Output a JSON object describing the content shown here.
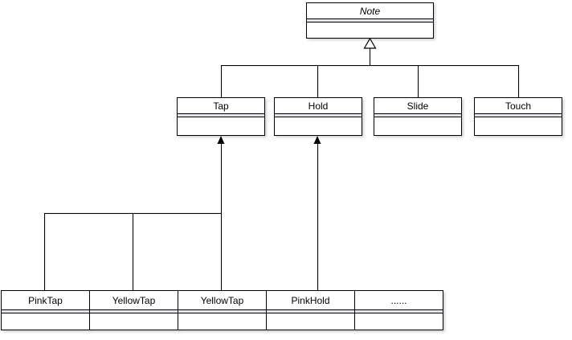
{
  "diagram_type": "UML class diagram",
  "classes": {
    "note": {
      "label": "Note",
      "abstract": true
    },
    "tap": {
      "label": "Tap"
    },
    "hold": {
      "label": "Hold"
    },
    "slide": {
      "label": "Slide"
    },
    "touch": {
      "label": "Touch"
    },
    "pinktap": {
      "label": "PinkTap"
    },
    "yellowtap1": {
      "label": "YellowTap"
    },
    "yellowtap2": {
      "label": "YellowTap"
    },
    "pinkhold": {
      "label": "PinkHold"
    },
    "ellipsis": {
      "label": "......"
    }
  },
  "relations": [
    {
      "from": "Tap",
      "to": "Note",
      "type": "generalization"
    },
    {
      "from": "Hold",
      "to": "Note",
      "type": "generalization"
    },
    {
      "from": "Slide",
      "to": "Note",
      "type": "generalization"
    },
    {
      "from": "Touch",
      "to": "Note",
      "type": "generalization"
    },
    {
      "from": "PinkTap",
      "to": "Tap",
      "type": "directed-arrow"
    },
    {
      "from": "YellowTap",
      "to": "Tap",
      "type": "directed-arrow"
    },
    {
      "from": "YellowTap",
      "to": "Tap",
      "type": "directed-arrow"
    },
    {
      "from": "PinkHold",
      "to": "Hold",
      "type": "directed-arrow"
    }
  ],
  "colors": {
    "line": "#000000",
    "box_fill": "#ffffff",
    "compartment_band": "#e4e4ec",
    "background": "#ffffff",
    "text": "#000000"
  }
}
